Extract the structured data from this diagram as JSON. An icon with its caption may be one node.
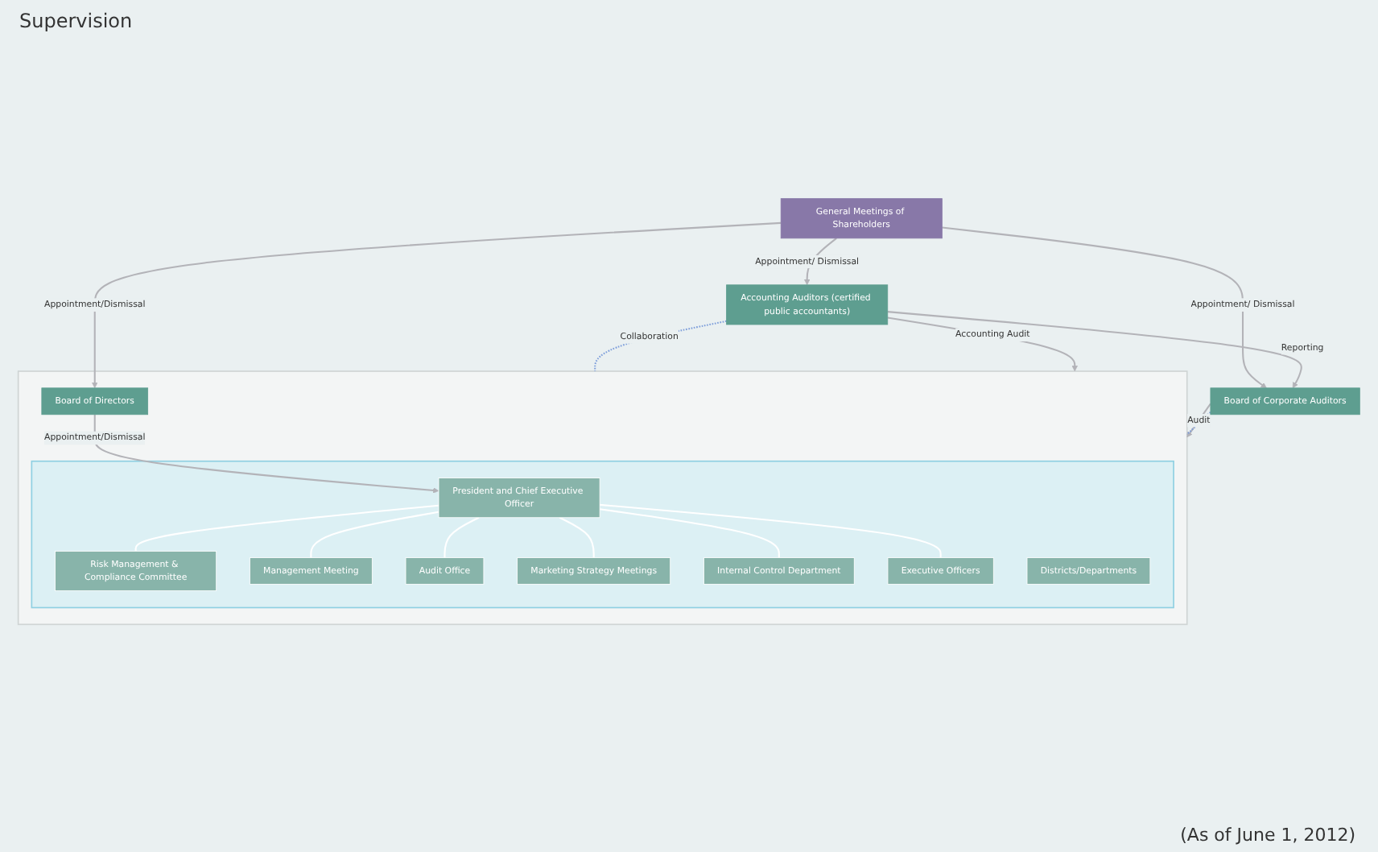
{
  "diagram": {
    "caption": "(As of June 1, 2012)",
    "nodes": [
      {
        "text": [
          "General Meetings of Shareholders"
        ]
      },
      {
        "text": [
          "Accounting Auditors (certified public accountants)"
        ]
      },
      {
        "text": [
          "Board of Corporate Auditors"
        ]
      },
      {
        "text": [],
        "shape": "box"
      },
      {
        "text": [
          "Board of Directors"
        ],
        "in": 3
      },
      {
        "text": [],
        "shape": "box",
        "in": 3
      },
      {
        "text": [
          "President and Chief Executive Officer"
        ],
        "in": 5
      },
      {
        "text": [
          "Risk Management & Compliance Committee"
        ],
        "in": 5
      },
      {
        "text": [
          "Management Meeting"
        ],
        "in": 5
      },
      {
        "text": [
          "Audit Office"
        ],
        "in": 5
      },
      {
        "text": [
          "Marketing Strategy Meetings"
        ],
        "in": 5
      },
      {
        "text": [
          "Internal Control Department"
        ],
        "in": 5
      },
      {
        "text": [
          "Executive Officers"
        ],
        "in": 5
      },
      {
        "text": [
          "Districts/Departments"
        ],
        "in": 5
      }
    ],
    "edges": [
      {
        "from": 0,
        "to": 1,
        "arrow": "to",
        "label": "Appointment/ Dismissal"
      },
      {
        "from": 0,
        "to": 2,
        "arrow": "to",
        "label": "Appointment/ Dismissal"
      },
      {
        "from": 0,
        "to": 4,
        "arrow": "to",
        "label": "Appointment/Dismissal"
      },
      {
        "from": 4,
        "to": 6,
        "arrow": "to",
        "label": "Appointment/Dismissal"
      },
      {
        "from": 1,
        "to": 2,
        "arrow": "to",
        "label": "Reporting"
      },
      {
        "from": 2,
        "to": 3,
        "arrow": "to",
        "label": "Audit"
      },
      {
        "from": 1,
        "to": 3,
        "arrow": "none",
        "label": "Collaboration",
        "style": "dashed",
        "color": "#7f9fdb"
      },
      {
        "from": 2,
        "to": 3,
        "arrow": "none",
        "style": "dashed",
        "color": "#7f9fdb"
      },
      {
        "from": 1,
        "to": 3,
        "arrow": "to",
        "label": "Accounting Audit"
      },
      {
        "from": 6,
        "to": 7,
        "arrow": "none",
        "color": "#ffffff"
      },
      {
        "from": 6,
        "to": 8,
        "arrow": "none",
        "color": "#ffffff"
      },
      {
        "from": 6,
        "to": 9,
        "arrow": "none",
        "color": "#ffffff"
      },
      {
        "from": 6,
        "to": 10,
        "arrow": "none",
        "color": "#ffffff"
      },
      {
        "from": 6,
        "to": 11,
        "arrow": "none",
        "color": "#ffffff"
      },
      {
        "from": 6,
        "to": 12,
        "arrow": "none",
        "color": "#ffffff"
      }
    ],
    "labels": [
      "Supervision"
    ]
  }
}
